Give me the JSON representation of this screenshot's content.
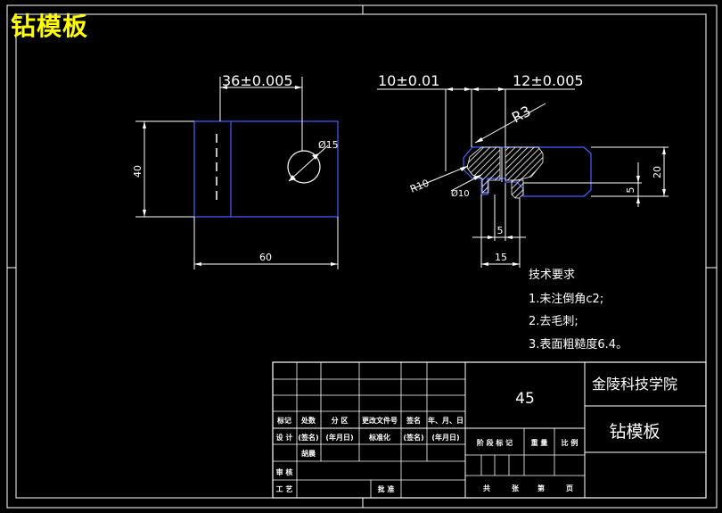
{
  "title": "钻模板",
  "colors": {
    "background": "#000000",
    "line": "#ffffff",
    "outline": "#4a5cff",
    "title": "#ffff00",
    "hatch": "#ffffff"
  },
  "dimensions": {
    "top_width": "36±0.005",
    "diameter_hole": "Ø15",
    "height_left": "40",
    "bottom_width": "60",
    "dim_10": "10±0.01",
    "dim_12": "12±0.005",
    "radius_r3": "R3",
    "radius_r10": "R10",
    "diameter_10": "Ø10",
    "height_20": "20",
    "height_5": "5",
    "width_5": "5",
    "width_15": "15"
  },
  "notes": {
    "heading": "技术要求",
    "items": [
      "1.未注倒角c2;",
      "2.去毛刺;",
      "3.表面粗糙度6.4。"
    ]
  },
  "title_block": {
    "scale_num": "45",
    "school": "金陵科技学院",
    "part_name": "钻模板",
    "row_headers": [
      "标记",
      "处数",
      "分 区",
      "更改文件号",
      "签名",
      "年、月、日"
    ],
    "row_design": [
      "设 计",
      "(签名)",
      "(年月日)",
      "标准化",
      "(签名)",
      "(年月日)"
    ],
    "row_check": [
      "",
      "胡晨",
      "",
      "",
      "",
      ""
    ],
    "stage_labels": [
      "阶 段 标 记",
      "重 量",
      "比 例"
    ],
    "row_review": "审 核",
    "row_process": "工 艺",
    "approve": "批 准",
    "sheet_info": [
      "共",
      "张",
      "第",
      "页"
    ]
  }
}
